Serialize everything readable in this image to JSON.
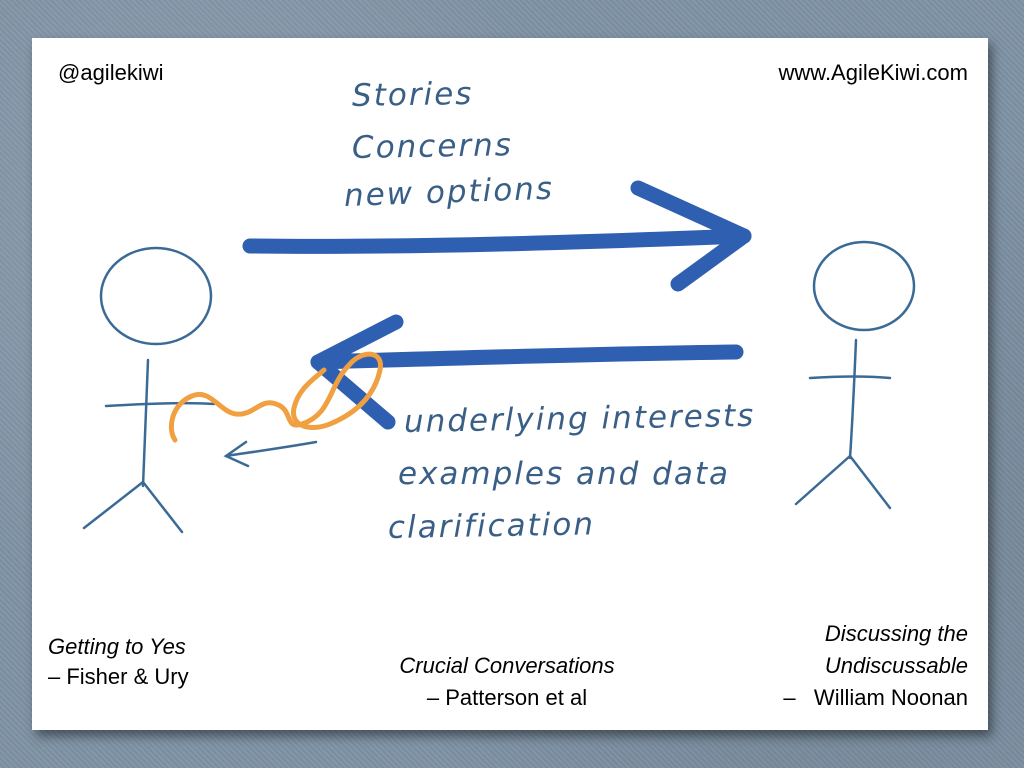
{
  "header": {
    "handle": "@agilekiwi",
    "website": "www.AgileKiwi.com"
  },
  "forward_items": [
    "Stories",
    "Concerns",
    "new options"
  ],
  "return_items": [
    "underlying interests",
    "examples  and data",
    "clarification"
  ],
  "references": {
    "left": {
      "title": "Getting to Yes",
      "author": "– Fisher & Ury"
    },
    "center": {
      "title": "Crucial Conversations",
      "author": "– Patterson et al"
    },
    "right": {
      "title_line1": "Discussing the",
      "title_line2": "Undiscussable",
      "author": "–   William Noonan"
    }
  },
  "colors": {
    "background": "#7f93a5",
    "card": "#ffffff",
    "big_arrow": "#2f5fb0",
    "stick_figure": "#3a6b96",
    "handwriting": "#3a5f86",
    "squiggle": "#f0a040"
  }
}
